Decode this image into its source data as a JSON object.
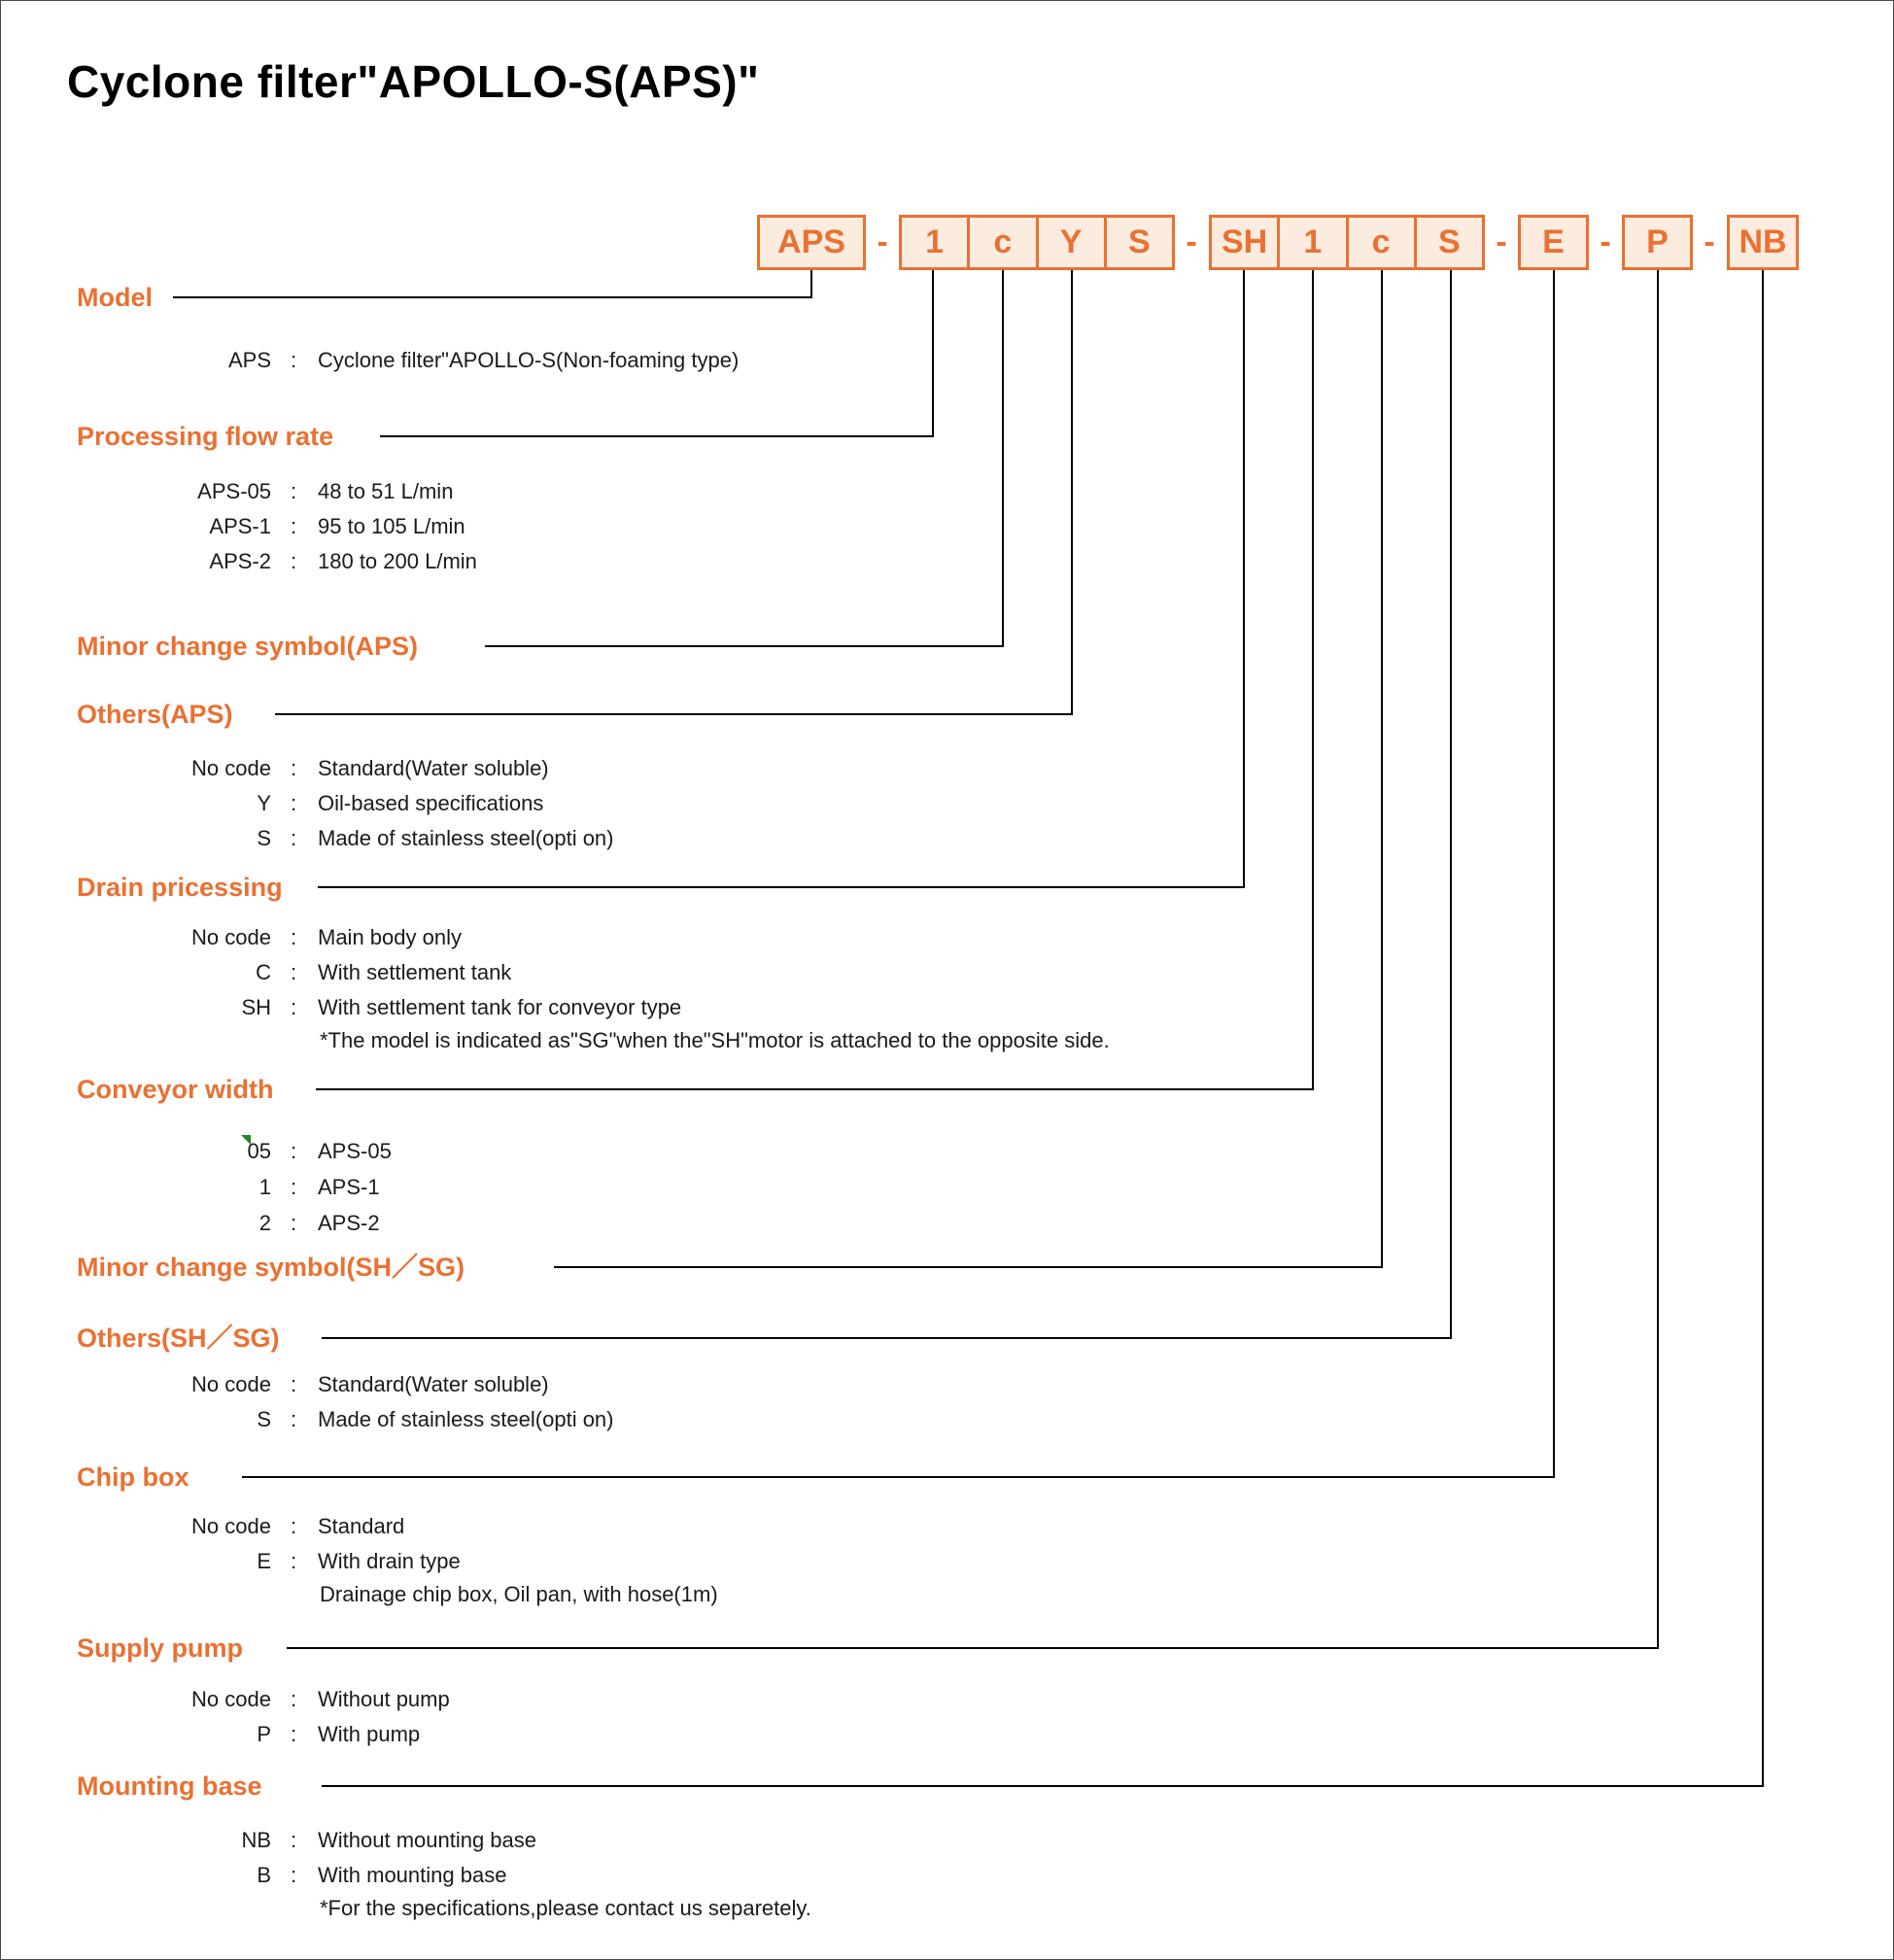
{
  "page": {
    "title": "Cyclone filter\"APOLLO-S(APS)\""
  },
  "labels": {
    "colon": ":"
  },
  "colors": {
    "accent_orange": "#E97132",
    "box_fill": "#FCECDF",
    "line_black": "#000000",
    "marker_green": "#1E8A1E"
  },
  "code_row": {
    "dash_label": "-",
    "boxes": [
      {
        "id": "model",
        "label": "APS"
      },
      {
        "id": "flow-rate",
        "label": "1"
      },
      {
        "id": "minor-change-aps",
        "label": "c"
      },
      {
        "id": "others-aps-y",
        "label": "Y"
      },
      {
        "id": "others-aps-s",
        "label": "S"
      },
      {
        "id": "drain-processing",
        "label": "SH"
      },
      {
        "id": "conveyor-width",
        "label": "1"
      },
      {
        "id": "minor-change-shsg",
        "label": "c"
      },
      {
        "id": "others-shsg",
        "label": "S"
      },
      {
        "id": "chip-box",
        "label": "E"
      },
      {
        "id": "supply-pump",
        "label": "P"
      },
      {
        "id": "mounting-base",
        "label": "NB"
      }
    ]
  },
  "sections": [
    {
      "heading": "Model",
      "rows": [
        {
          "code": "APS",
          "desc": "Cyclone filter\"APOLLO-S(Non-foaming type)"
        }
      ]
    },
    {
      "heading": "Processing flow rate",
      "rows": [
        {
          "code": "APS-05",
          "desc": "48 to 51 L/min"
        },
        {
          "code": "APS-1",
          "desc": "95 to 105 L/min"
        },
        {
          "code": "APS-2",
          "desc": "180 to 200 L/min"
        }
      ]
    },
    {
      "heading": "Minor change symbol(APS)",
      "rows": []
    },
    {
      "heading": "Others(APS)",
      "rows": [
        {
          "code": "No code",
          "desc": "Standard(Water soluble)"
        },
        {
          "code": "Y",
          "desc": "Oil-based specifications"
        },
        {
          "code": "S",
          "desc": "Made of stainless steel(opti on)"
        }
      ]
    },
    {
      "heading": "Drain pricessing",
      "rows": [
        {
          "code": "No code",
          "desc": "Main body only"
        },
        {
          "code": "C",
          "desc": "With settlement tank"
        },
        {
          "code": "SH",
          "desc": "With settlement tank for conveyor type"
        }
      ],
      "note": "*The model is indicated as\"SG\"when the\"SH\"motor is attached to the opposite side."
    },
    {
      "heading": "Conveyor width",
      "rows": [
        {
          "code": "05",
          "desc": "APS-05"
        },
        {
          "code": "1",
          "desc": "APS-1"
        },
        {
          "code": "2",
          "desc": "APS-2"
        }
      ]
    },
    {
      "heading": "Minor change symbol(SH／SG)",
      "rows": []
    },
    {
      "heading": "Others(SH／SG)",
      "rows": [
        {
          "code": "No code",
          "desc": "Standard(Water soluble)"
        },
        {
          "code": "S",
          "desc": "Made of stainless steel(opti on)"
        }
      ]
    },
    {
      "heading": "Chip box",
      "rows": [
        {
          "code": "No code",
          "desc": "Standard"
        },
        {
          "code": "E",
          "desc": "With drain type"
        }
      ],
      "note": "Drainage chip box, Oil pan, with hose(1m)"
    },
    {
      "heading": "Supply pump",
      "rows": [
        {
          "code": "No code",
          "desc": "Without pump"
        },
        {
          "code": "P",
          "desc": "With pump"
        }
      ]
    },
    {
      "heading": "Mounting base",
      "rows": [
        {
          "code": "NB",
          "desc": "Without mounting base"
        },
        {
          "code": "B",
          "desc": "With mounting base"
        }
      ],
      "note": "*For the specifications,please contact us separetely."
    }
  ]
}
